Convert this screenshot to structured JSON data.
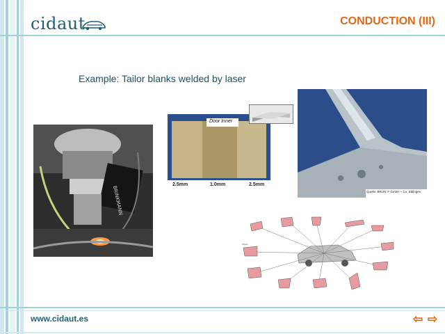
{
  "brand": {
    "name": "cidaut",
    "car_icon": "car-logo-icon"
  },
  "slide": {
    "title": "CONDUCTION (III)",
    "subtitle": "Example: Tailor blanks welded by laser"
  },
  "figures": {
    "robot": {
      "icon": "laser-welding-robot-image"
    },
    "tailor_blank": {
      "label": "Door Inner",
      "thicknesses": [
        "2.5mm",
        "1.0mm",
        "2.5mm"
      ]
    },
    "pillar": {
      "caption": "Quelle: BRUN 'F GmbH + Co. Ettlingen"
    },
    "car_diagram": {
      "icon": "car-parts-diagram-image"
    }
  },
  "footer": {
    "url": "www.cidaut.es",
    "prev_icon": "arrow-left-icon",
    "next_icon": "arrow-right-icon"
  },
  "colors": {
    "brand_teal": "#1f5f73",
    "title_orange": "#e0681a",
    "stripe_light": "#cfe9ee",
    "stripe_mid": "#9fd1dc"
  }
}
